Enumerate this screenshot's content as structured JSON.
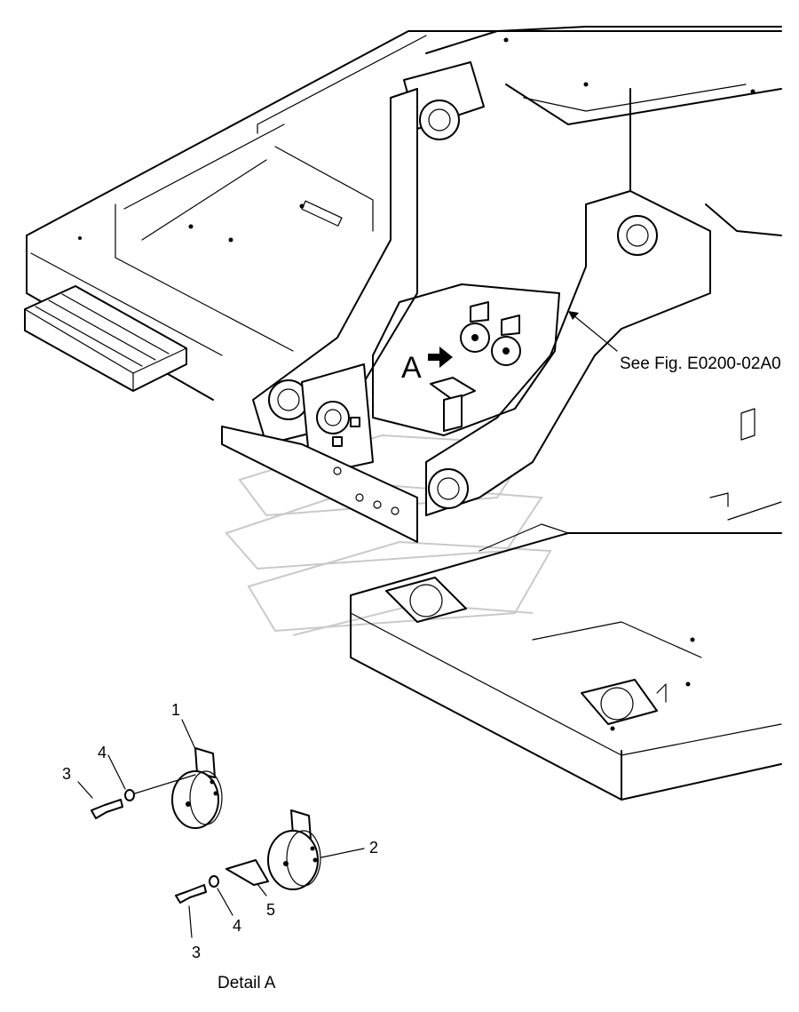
{
  "figure": {
    "reference_note": "See Fig. E0200-02A0",
    "view_marker": "A",
    "detail_caption": "Detail A"
  },
  "callouts": {
    "horn_upper": "1",
    "horn_lower": "2",
    "bolt_upper": "3",
    "bolt_lower": "3",
    "washer_upper": "4",
    "washer_lower": "4",
    "clamp": "5"
  }
}
